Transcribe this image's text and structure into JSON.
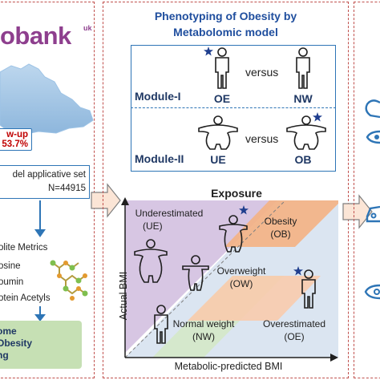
{
  "left": {
    "brand": "obank",
    "brand_suffix": "uk",
    "followup_line1": "w-up",
    "followup_line2": "53.7%",
    "set_line1": "del applicative set",
    "set_line2": "N=44915",
    "metrics_title": "olite Metrics",
    "metrics": [
      "osine",
      "oumin",
      "otein Acetyls"
    ],
    "outcome_line1": "ome",
    "outcome_line2": "Obesity",
    "outcome_line3": "ng"
  },
  "middle": {
    "title_line1": "Phenotyping of Obesity by",
    "title_line2": "Metabolomic model",
    "module1": {
      "label": "Module-I",
      "versus": "versus",
      "left": "OE",
      "right": "NW"
    },
    "module2": {
      "label": "Module-II",
      "versus": "versus",
      "left": "UE",
      "right": "OB"
    },
    "exposure": {
      "title": "Exposure",
      "ylabel": "Actual BMI",
      "xlabel": "Metabolic-predicted BMI",
      "regions": {
        "ue_line1": "Underestimated",
        "ue_line2": "(UE)",
        "ob_line1": "Obesity",
        "ob_line2": "(OB)",
        "ow_line1": "Overweight",
        "ow_line2": "(OW)",
        "nw_line1": "Normal weight",
        "nw_line2": "(NW)",
        "oe_line1": "Overestimated",
        "oe_line2": "(OE)"
      }
    }
  },
  "colors": {
    "panel_border": "#c0504d",
    "title_blue": "#1f4e9e",
    "module_blue": "#2e75b6",
    "ue_region": "#cbb6d9",
    "oe_region": "#dbe5f1",
    "band_orange": "#f8cbad",
    "band_green": "#d5e8c9",
    "star": "#1f3e8e",
    "outcome_green": "#c6e0b4",
    "followup_red": "#c00000",
    "brand_purple": "#8e3f8e"
  }
}
